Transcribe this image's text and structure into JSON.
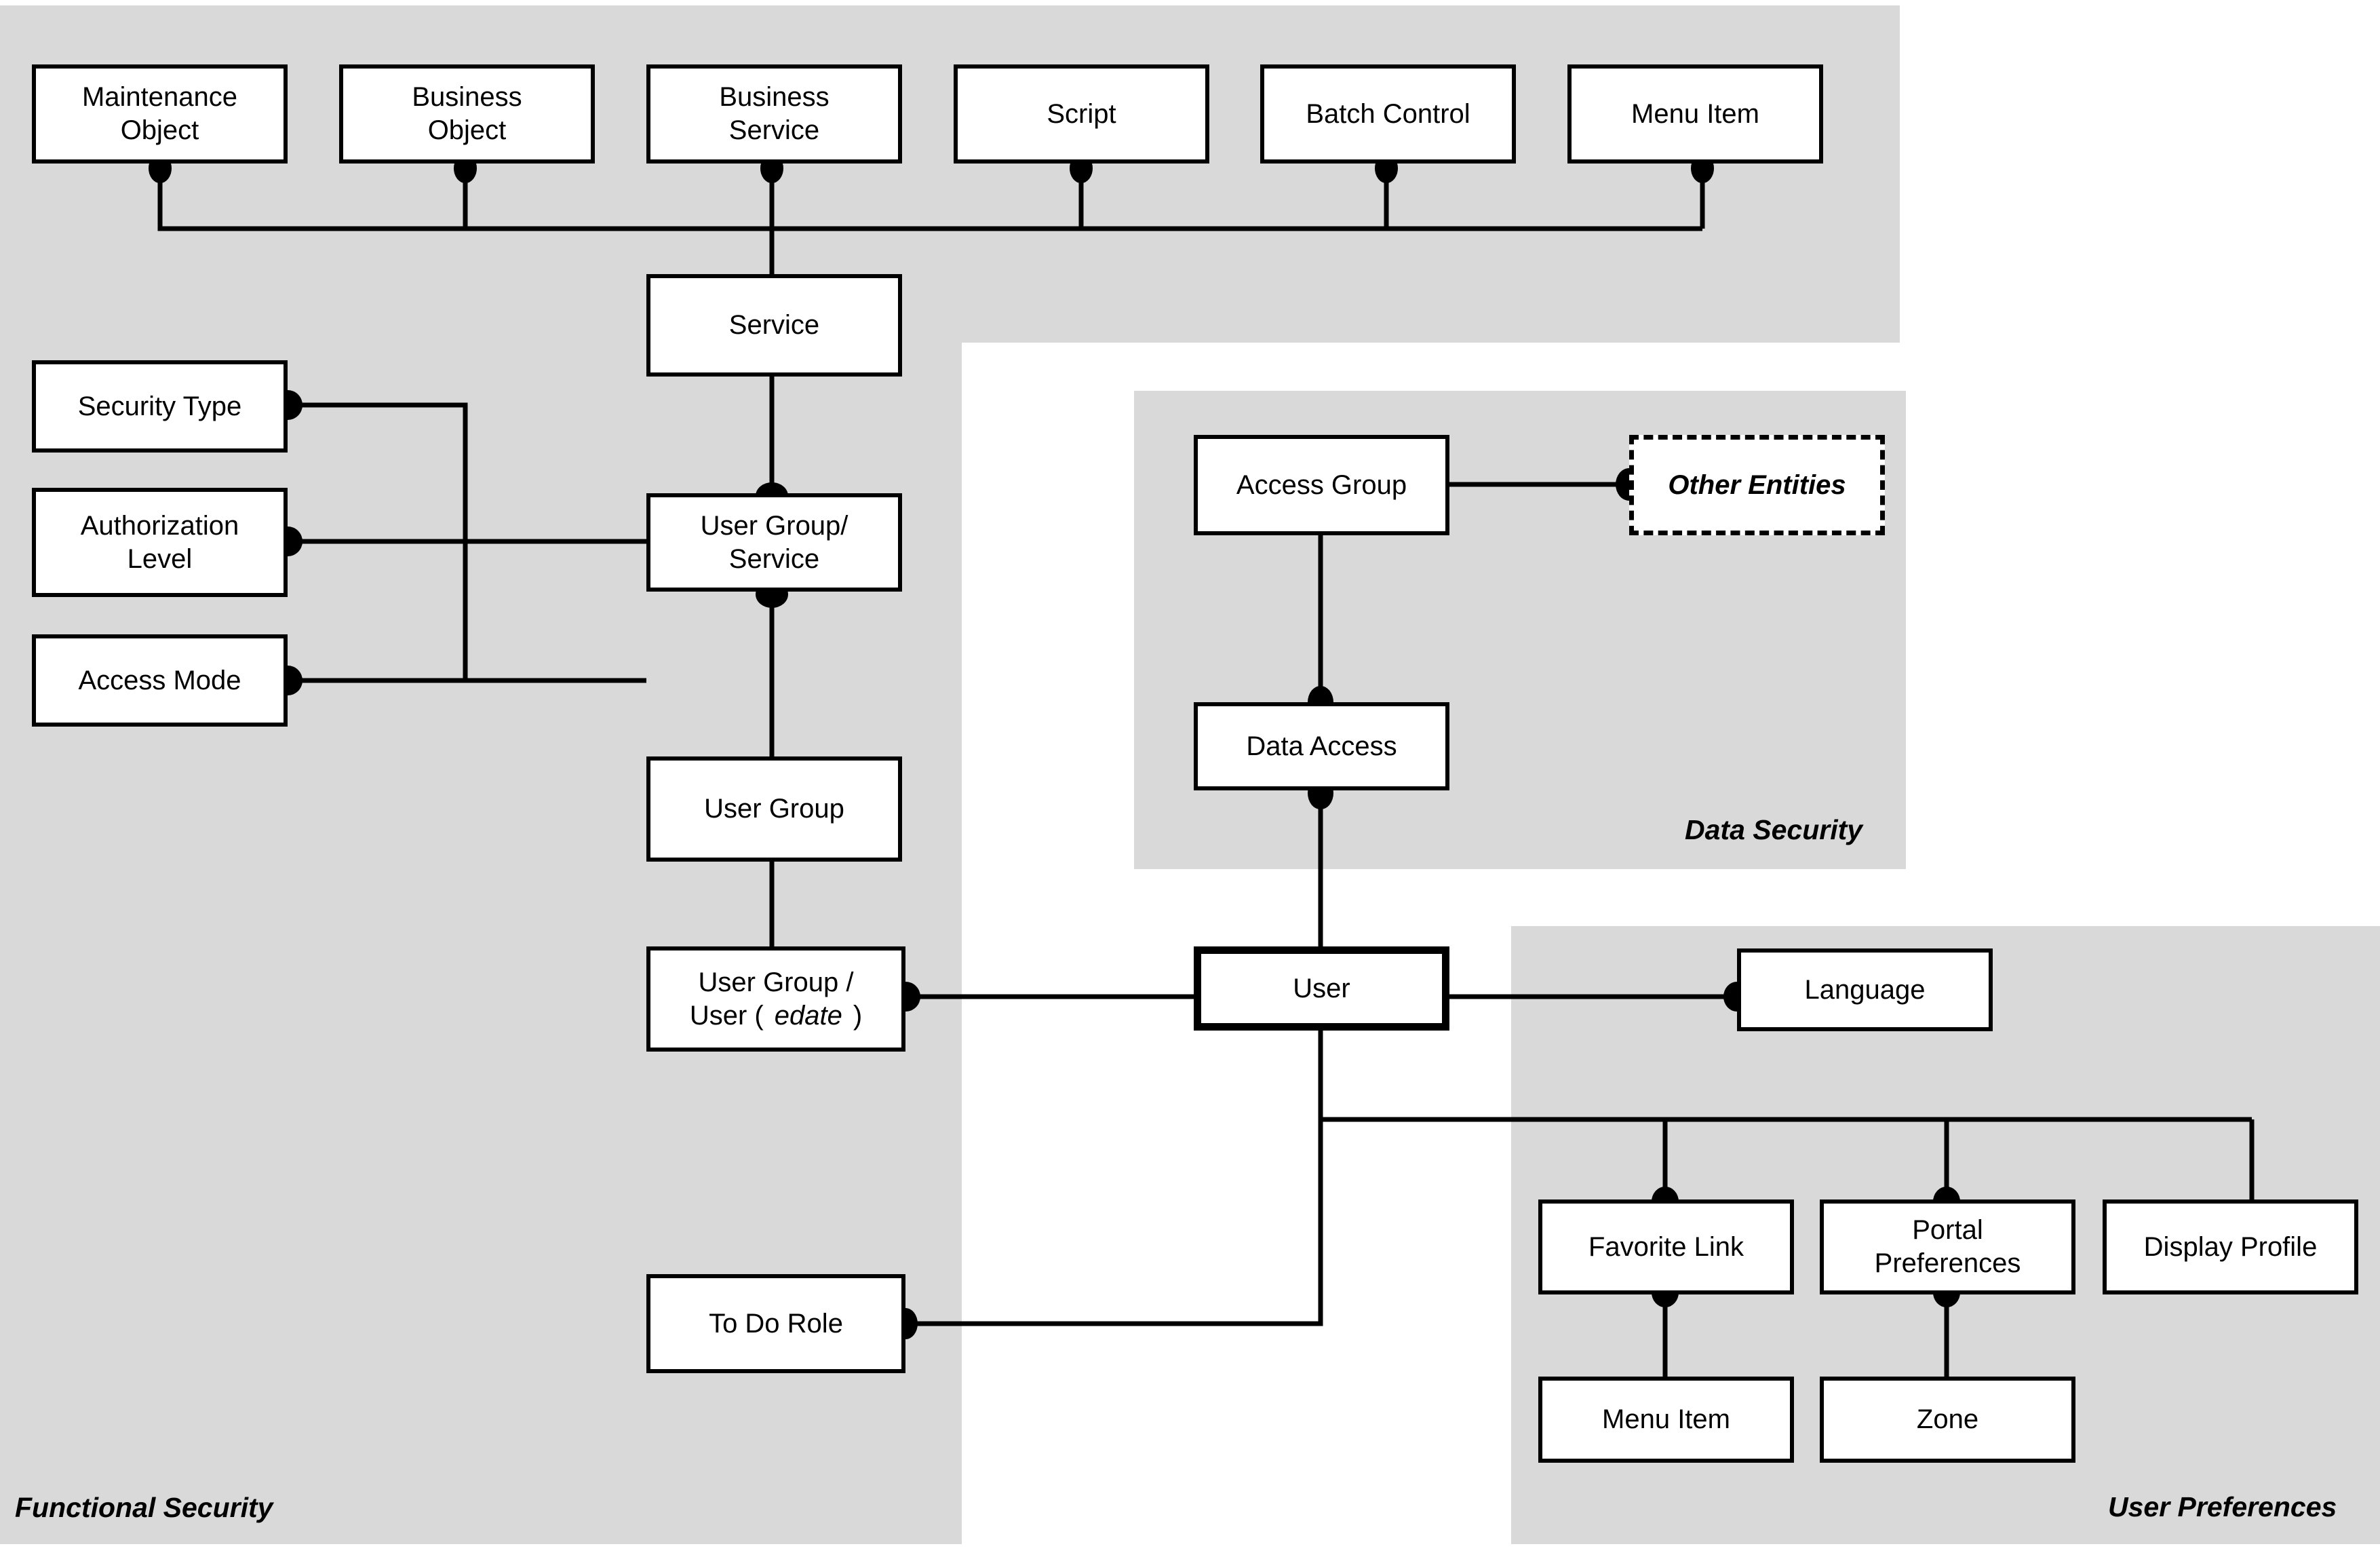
{
  "diagram": {
    "title": "Security and User Preferences Entity Relationship Diagram",
    "background_color": "#ffffff",
    "panel_color": "#d9d9d9",
    "line_color": "#000000"
  },
  "zones": [
    {
      "id": "functional-security",
      "label": "Functional Security"
    },
    {
      "id": "data-security",
      "label": "Data Security"
    },
    {
      "id": "user-preferences",
      "label": "User Preferences"
    }
  ],
  "entities": [
    {
      "id": "maintenance-object",
      "line1": "Maintenance",
      "line2": "Object",
      "zone": "functional-security"
    },
    {
      "id": "business-object",
      "line1": "Business",
      "line2": "Object",
      "zone": "functional-security"
    },
    {
      "id": "business-service",
      "line1": "Business",
      "line2": "Service",
      "zone": "functional-security"
    },
    {
      "id": "script",
      "line1": "Script",
      "line2": "",
      "zone": "functional-security"
    },
    {
      "id": "batch-control",
      "line1": "Batch Control",
      "line2": "",
      "zone": "functional-security"
    },
    {
      "id": "menu-item-top",
      "line1": "Menu Item",
      "line2": "",
      "zone": "functional-security"
    },
    {
      "id": "service",
      "line1": "Service",
      "line2": "",
      "zone": "functional-security"
    },
    {
      "id": "security-type",
      "line1": "Security Type",
      "line2": "",
      "zone": "functional-security"
    },
    {
      "id": "authorization-level",
      "line1": "Authorization",
      "line2": "Level",
      "zone": "functional-security"
    },
    {
      "id": "access-mode",
      "line1": "Access Mode",
      "line2": "",
      "zone": "functional-security"
    },
    {
      "id": "user-group-service",
      "line1": "User Group/",
      "line2": "Service",
      "zone": "functional-security"
    },
    {
      "id": "user-group",
      "line1": "User Group",
      "line2": "",
      "zone": "functional-security"
    },
    {
      "id": "user-group-user",
      "line1": "User Group /",
      "line2": "User (edate)",
      "zone": "functional-security"
    },
    {
      "id": "to-do-role",
      "line1": "To Do Role",
      "line2": "",
      "zone": "functional-security"
    },
    {
      "id": "access-group",
      "line1": "Access Group",
      "line2": "",
      "zone": "data-security"
    },
    {
      "id": "other-entities",
      "line1": "Other Entities",
      "line2": "",
      "zone": "data-security"
    },
    {
      "id": "data-access",
      "line1": "Data Access",
      "line2": "",
      "zone": "data-security"
    },
    {
      "id": "user",
      "line1": "User",
      "line2": "",
      "zone": "center"
    },
    {
      "id": "language",
      "line1": "Language",
      "line2": "",
      "zone": "user-preferences"
    },
    {
      "id": "favorite-link",
      "line1": "Favorite Link",
      "line2": "",
      "zone": "user-preferences"
    },
    {
      "id": "portal-preferences",
      "line1": "Portal",
      "line2": "Preferences",
      "zone": "user-preferences"
    },
    {
      "id": "display-profile",
      "line1": "Display Profile",
      "line2": "",
      "zone": "user-preferences"
    },
    {
      "id": "menu-item-fav",
      "line1": "Menu Item",
      "line2": "",
      "zone": "user-preferences"
    },
    {
      "id": "zone",
      "line1": "Zone",
      "line2": "",
      "zone": "user-preferences"
    }
  ],
  "labels": {
    "maintenance_object_l1": "Maintenance",
    "maintenance_object_l2": "Object",
    "business_object_l1": "Business",
    "business_object_l2": "Object",
    "business_service_l1": "Business",
    "business_service_l2": "Service",
    "script": "Script",
    "batch_control": "Batch Control",
    "menu_item_top": "Menu Item",
    "service": "Service",
    "security_type": "Security Type",
    "authorization_level_l1": "Authorization",
    "authorization_level_l2": "Level",
    "access_mode": "Access Mode",
    "user_group_service_l1": "User Group/",
    "user_group_service_l2": "Service",
    "user_group": "User Group",
    "user_group_user_l1": "User Group /",
    "user_group_user_l2_pre": "User (",
    "user_group_user_l2_em": "edate",
    "user_group_user_l2_post": ")",
    "to_do_role": "To Do Role",
    "access_group": "Access Group",
    "other_entities": "Other Entities",
    "data_access": "Data Access",
    "user": "User",
    "language": "Language",
    "favorite_link": "Favorite Link",
    "portal_preferences_l1": "Portal",
    "portal_preferences_l2": "Preferences",
    "display_profile": "Display Profile",
    "menu_item_fav": "Menu Item",
    "zone": "Zone",
    "zone_functional_security": "Functional Security",
    "zone_data_security": "Data Security",
    "zone_user_preferences": "User Preferences"
  },
  "relationships": [
    {
      "from": "maintenance-object",
      "to": "service",
      "cardinality": "many-to-one"
    },
    {
      "from": "business-object",
      "to": "service",
      "cardinality": "many-to-one"
    },
    {
      "from": "business-service",
      "to": "service",
      "cardinality": "many-to-one"
    },
    {
      "from": "script",
      "to": "service",
      "cardinality": "many-to-one"
    },
    {
      "from": "batch-control",
      "to": "service",
      "cardinality": "many-to-one"
    },
    {
      "from": "menu-item-top",
      "to": "service",
      "cardinality": "many-to-one"
    },
    {
      "from": "service",
      "to": "user-group-service",
      "cardinality": "one-to-many"
    },
    {
      "from": "security-type",
      "to": "user-group-service",
      "cardinality": "many-to-one"
    },
    {
      "from": "authorization-level",
      "to": "user-group-service",
      "cardinality": "many-to-one"
    },
    {
      "from": "access-mode",
      "to": "user-group-service",
      "cardinality": "many-to-one"
    },
    {
      "from": "user-group-service",
      "to": "user-group",
      "cardinality": "many-to-one"
    },
    {
      "from": "user-group",
      "to": "user-group-user",
      "cardinality": "one-to-many"
    },
    {
      "from": "user-group-user",
      "to": "user",
      "cardinality": "many-to-one"
    },
    {
      "from": "to-do-role",
      "to": "user",
      "cardinality": "many-to-one"
    },
    {
      "from": "access-group",
      "to": "other-entities",
      "cardinality": "one-to-many"
    },
    {
      "from": "access-group",
      "to": "data-access",
      "cardinality": "one-to-many"
    },
    {
      "from": "data-access",
      "to": "user",
      "cardinality": "many-to-one"
    },
    {
      "from": "user",
      "to": "language",
      "cardinality": "one-to-many"
    },
    {
      "from": "user",
      "to": "favorite-link",
      "cardinality": "one-to-many"
    },
    {
      "from": "user",
      "to": "portal-preferences",
      "cardinality": "one-to-many"
    },
    {
      "from": "user",
      "to": "display-profile",
      "cardinality": "one-to-many"
    },
    {
      "from": "favorite-link",
      "to": "menu-item-fav",
      "cardinality": "one-to-many"
    },
    {
      "from": "portal-preferences",
      "to": "zone",
      "cardinality": "one-to-many"
    }
  ]
}
